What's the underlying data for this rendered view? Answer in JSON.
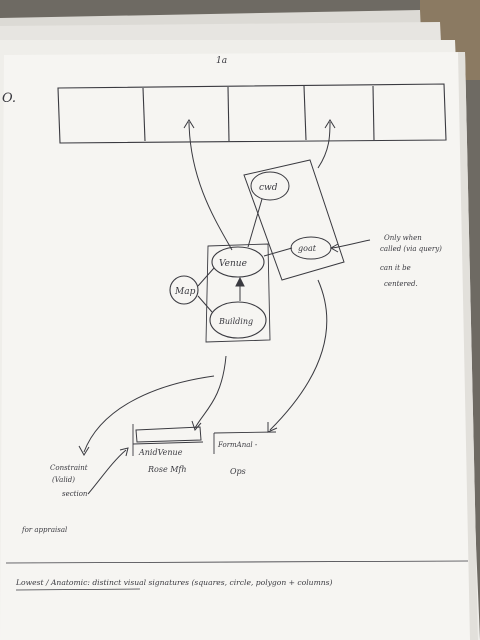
{
  "page": {
    "header_mark": "1a",
    "margin_letter": "O."
  },
  "sketch": {
    "nodes": {
      "top_small": "cwd",
      "center": "Venue",
      "right": "goat",
      "left": "Map",
      "bottom": "Building"
    },
    "annotation_right": [
      "Only when",
      "called (via query)",
      "can it be",
      "centered."
    ],
    "box_left_label": "AnidVenue",
    "box_left_caption": "Rose Mfh",
    "box_right_label": "FormAnal -",
    "box_right_caption": "Ops",
    "left_note": [
      "Constraint",
      "(Valid)",
      "section"
    ],
    "left_note_2": "for appraisal",
    "footer_note": "Lowest / Anatomic: distinct visual signatures  (squares, circle, polygon + columns)"
  },
  "colors": {
    "paper": "#f6f5f2",
    "ink": "#3a3a40",
    "background": "#6e6a63"
  }
}
